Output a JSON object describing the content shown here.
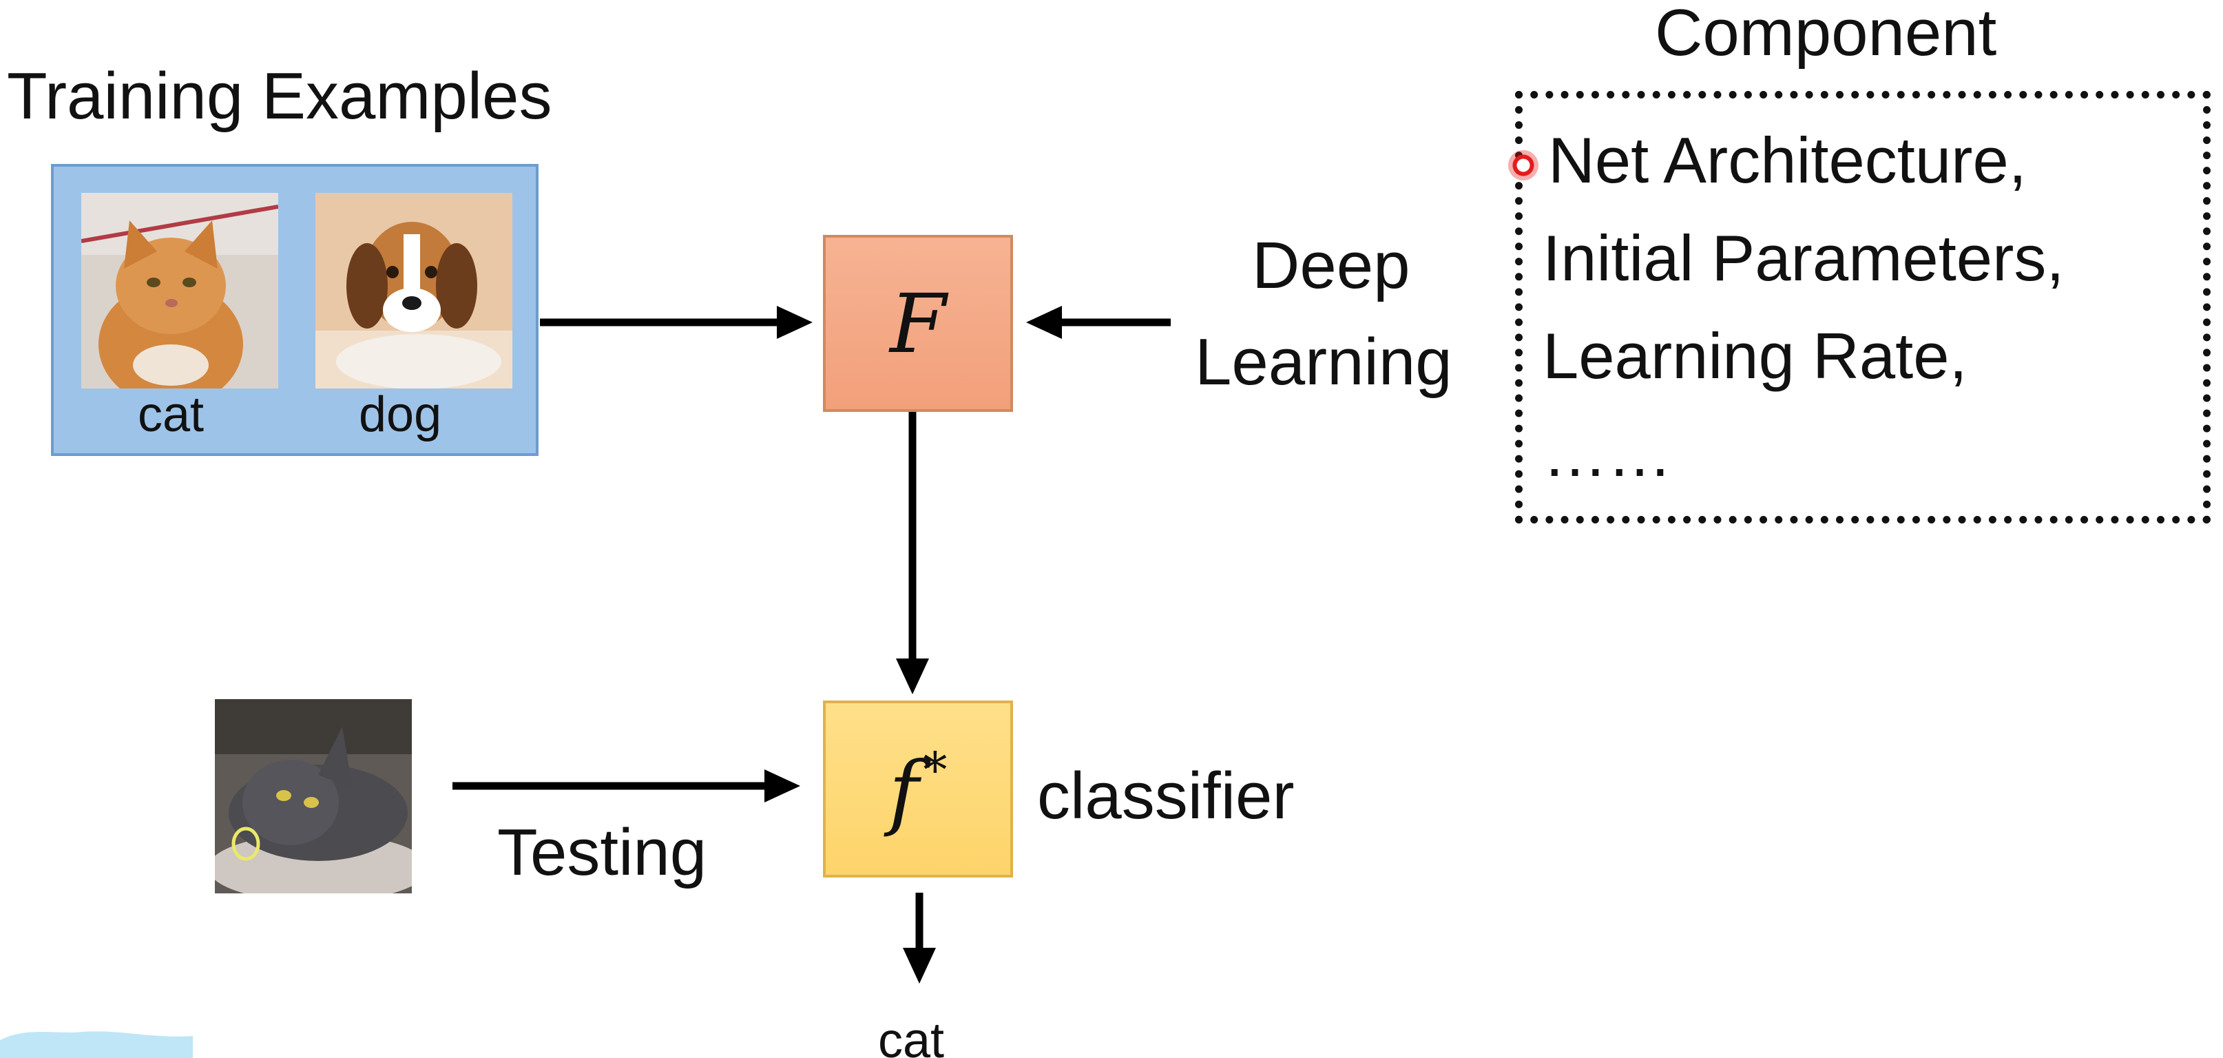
{
  "training": {
    "title": "Training Examples",
    "examples": [
      {
        "label": "cat"
      },
      {
        "label": "dog"
      }
    ]
  },
  "learner": {
    "symbol": "F",
    "name_line1": "Deep",
    "name_line2": "Learning"
  },
  "component": {
    "title": "Component",
    "items": [
      "Net Architecture,",
      "Initial Parameters,",
      "Learning Rate,",
      "……"
    ]
  },
  "classifier": {
    "symbol": "f",
    "superscript": "*",
    "label": "classifier"
  },
  "testing": {
    "label": "Testing",
    "output": "cat"
  },
  "colors": {
    "panel_fill": "#9ec3e8",
    "panel_border": "#6d9ccf",
    "F_fill": "#f2a07a",
    "f_fill": "#fdd46a",
    "marker": "#e31b1b"
  }
}
